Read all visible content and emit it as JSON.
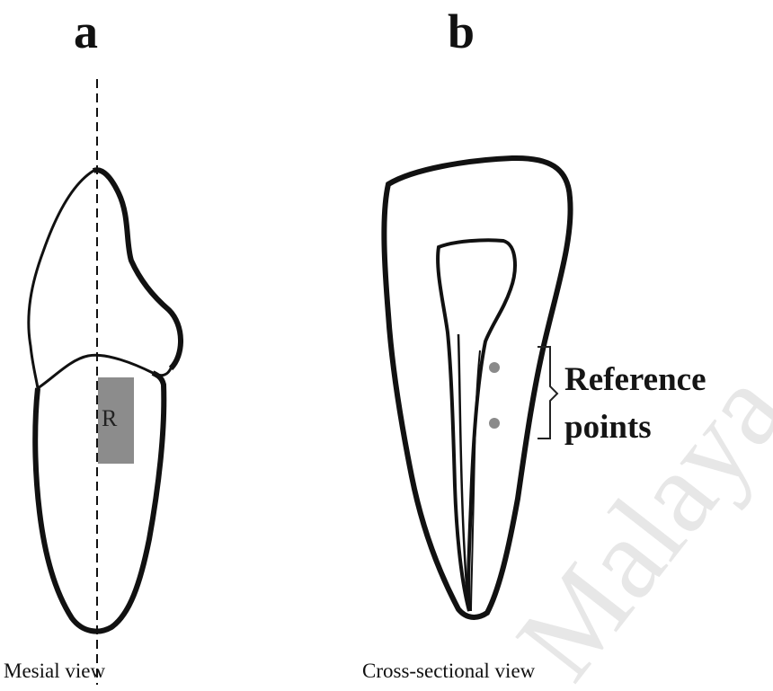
{
  "panels": {
    "a": {
      "letter": "a",
      "caption": "Mesial view",
      "region_label": "R"
    },
    "b": {
      "letter": "b",
      "caption": "Cross-sectional view",
      "annotation_line1": "Reference",
      "annotation_line2": "points"
    }
  },
  "watermark": "Malaya",
  "colors": {
    "outline": "#111111",
    "region_fill": "#8c8c8c",
    "reference_point": "#8a8a8a",
    "watermark": "#e7e7e7"
  }
}
